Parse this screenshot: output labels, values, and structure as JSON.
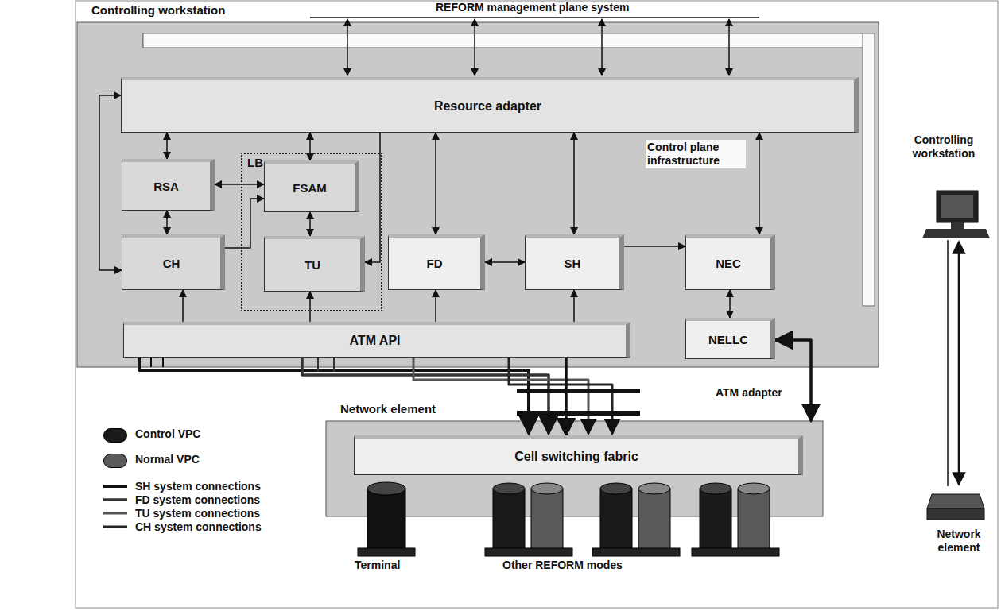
{
  "diagram": {
    "nodes": [
      {
        "text": [
          "Controlling workstation"
        ]
      },
      {
        "text": [
          "Resource adapter"
        ],
        "in": 0
      },
      {
        "text": [
          "LB"
        ],
        "in": 0
      },
      {
        "text": [
          "RSA"
        ],
        "in": 0
      },
      {
        "text": [
          "FSAM"
        ],
        "in": 2
      },
      {
        "text": [
          "CH"
        ],
        "in": 0
      },
      {
        "text": [
          "TU"
        ],
        "in": 2
      },
      {
        "text": [
          "FD"
        ],
        "in": 0
      },
      {
        "text": [
          "SH"
        ],
        "in": 0
      },
      {
        "text": [
          "NEC"
        ],
        "in": 0
      },
      {
        "text": [
          "NELLC"
        ],
        "in": 0
      },
      {
        "text": [
          "ATM API"
        ],
        "in": 0
      },
      {
        "text": [
          "Network element"
        ]
      },
      {
        "text": [
          "Cell switching fabric"
        ],
        "in": 12
      }
    ],
    "edges": [
      {
        "from": 1,
        "to": 3,
        "arrow": "both"
      },
      {
        "from": 1,
        "to": 4,
        "arrow": "both"
      },
      {
        "from": 3,
        "to": 4,
        "arrow": "both"
      },
      {
        "from": 3,
        "to": 5,
        "arrow": "both"
      },
      {
        "from": 4,
        "to": 6,
        "arrow": "both"
      },
      {
        "from": 1,
        "to": 7,
        "arrow": "both"
      },
      {
        "from": 1,
        "to": 8,
        "arrow": "both"
      },
      {
        "from": 1,
        "to": 9,
        "arrow": "both"
      },
      {
        "from": 1,
        "to": 5,
        "arrow": "both"
      },
      {
        "from": 7,
        "to": 8,
        "arrow": "both"
      },
      {
        "from": 1,
        "to": 6,
        "arrow": "to"
      },
      {
        "from": 5,
        "to": 4,
        "arrow": "to"
      },
      {
        "from": 8,
        "to": 9,
        "arrow": "to"
      },
      {
        "from": 9,
        "to": 10,
        "arrow": "both"
      },
      {
        "from": 10,
        "to": 12,
        "arrow": "both"
      },
      {
        "from": 11,
        "to": 5,
        "arrow": "to"
      },
      {
        "from": 11,
        "to": 6,
        "arrow": "to"
      },
      {
        "from": 11,
        "to": 7,
        "arrow": "to"
      },
      {
        "from": 11,
        "to": 8,
        "arrow": "to"
      },
      {
        "from": 11,
        "to": 13,
        "arrow": "to"
      }
    ],
    "labels": [
      "REFORM management plane system",
      "Control plane infrastructure",
      "ATM adapter",
      "Terminal",
      "Other REFORM modes",
      "Controlling workstation",
      "Network element"
    ],
    "legend": [
      {
        "text": "Control VPC",
        "color": "#1a1a1a"
      },
      {
        "text": "Normal VPC",
        "color": "#5a5a5a"
      },
      {
        "text": "SH system connections"
      },
      {
        "text": "FD system connections"
      },
      {
        "text": "TU system connections"
      },
      {
        "text": "CH system connections"
      }
    ]
  }
}
